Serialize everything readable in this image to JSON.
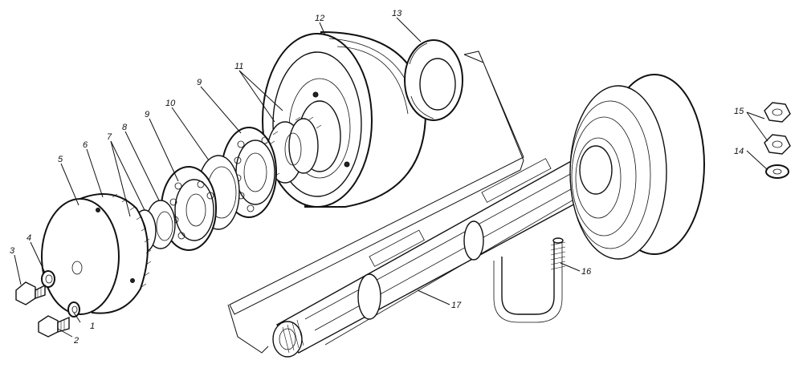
{
  "diagram": {
    "labels": [
      "1",
      "2",
      "3",
      "4",
      "5",
      "6",
      "7",
      "8",
      "9",
      "9",
      "10",
      "11",
      "12",
      "13",
      "14",
      "15",
      "16",
      "17"
    ]
  },
  "colors": {
    "ink": "#111111",
    "paper": "#ffffff"
  }
}
